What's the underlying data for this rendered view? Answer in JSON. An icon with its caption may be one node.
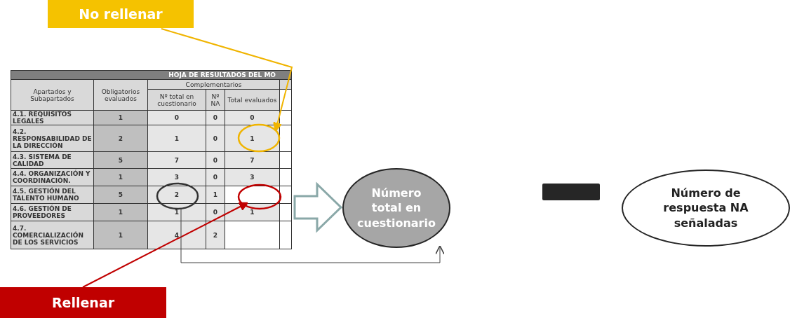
{
  "diagram": {
    "nodes": [
      {
        "text": [
          "No rellenar"
        ]
      },
      {
        "text": [],
        "shape": "circle"
      },
      {
        "text": [],
        "shape": "circle"
      },
      {
        "text": [],
        "shape": "circle"
      },
      {
        "text": [
          "Rellenar"
        ]
      },
      {
        "text": [
          "Número total en cuestionario"
        ]
      },
      {
        "text": [],
        "shape": "bar"
      },
      {
        "text": [
          "Número de respuesta NA señaladas"
        ]
      }
    ],
    "edges": [
      {
        "from": 0,
        "to": 1,
        "arrow": "to",
        "color": "#f0b400"
      },
      {
        "from": 4,
        "to": 3,
        "arrow": "to",
        "color": "#c00000"
      },
      {
        "from": 2,
        "to": 5,
        "arrow": "to",
        "color": "#404040"
      },
      {
        "from": null,
        "to": 5,
        "arrow": "to",
        "style": "thick",
        "color": "#8aa8a8"
      }
    ],
    "labels": [
      "HOJA DE RESULTADOS DEL MO",
      "Apartados y Subapartados",
      "Obligatorios evaluados",
      "Complementarios",
      "Nº total en cuestionario",
      "Nº NA",
      "Total evaluados",
      "4.1. REQUISITOS LEGALES",
      "1",
      "0",
      "0",
      "0",
      "4.2. RESPONSABILIDAD DE LA DIRECCIÓN",
      "2",
      "1",
      "0",
      "1",
      "4.3. SISTEMA DE CALIDAD",
      "5",
      "7",
      "0",
      "7",
      "4.4. ORGANIZACIÓN Y COORDINACIÓN.",
      "1",
      "3",
      "0",
      "3",
      "4.5. GESTIÓN DEL TALENTO HUMANO",
      "5",
      "2",
      "1",
      "4.6. GESTIÓN DE PROVEEDORES",
      "1",
      "1",
      "0",
      "1",
      "4.7. COMERCIALIZACIÓN DE LOS SERVICIOS",
      "1",
      "4",
      "2"
    ]
  }
}
